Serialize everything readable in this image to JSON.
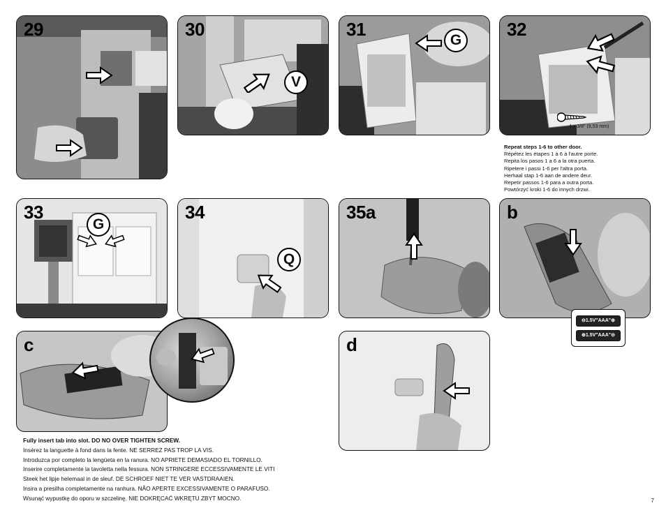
{
  "steps": {
    "s29": "29",
    "s30": "30",
    "s31": "31",
    "s32": "32",
    "s33": "33",
    "s34": "34",
    "s35a": "35a",
    "sb": "b",
    "sc": "c",
    "sd": "d"
  },
  "parts": {
    "v": "V",
    "g31": "G",
    "g33": "G",
    "q": "Q"
  },
  "screw_label": "4 x 3/8\" (9,53 mm)",
  "battery_label_1": "⊖1.5V\"AAA\"⊕",
  "battery_label_2": "⊕1.5V\"AAA\"⊖",
  "repeat_block": {
    "title": "Repeat steps 1-6 to other door.",
    "lines": [
      "Répétez les étapes 1 à 6 à l'autre porte.",
      "Repita los pasos 1 a 6 a la otra puerta.",
      "Ripetere i passi 1-6 per l'altra porta.",
      "Herhaal stap 1-6 aan de andere deur.",
      "Repetir passos 1-6 para a outra porta.",
      "Powtórzyć kroki 1-6 do innych drzwi."
    ]
  },
  "bottom_block": {
    "title": "Fully insert tab into slot. DO NO OVER TIGHTEN SCREW.",
    "lines": [
      "Insérez la languette à fond dans la fente. NE SERREZ PAS TROP LA VIS.",
      "Introduzca por completo la lengüeta en la ranura. NO APRIETE DEMASIADO EL TORNILLO.",
      "Inserire completamente la tavoletta nella fessura. NON STRINGERE ECCESSIVAMENTE LE VITI",
      " Steek het lipje helemaal in de sleuf. DE SCHROEF NIET TE VER VASTDRAAIEN.",
      "Insira a presilha completamente na ranhura. NÃO APERTE EXCESSIVAMENTE O PARAFUSO.",
      "Wsunąć wypustkę do oporu w szczelinę. NIE DOKRĘCAĆ WKRĘTU ZBYT MOCNO."
    ]
  },
  "page_number": "7"
}
